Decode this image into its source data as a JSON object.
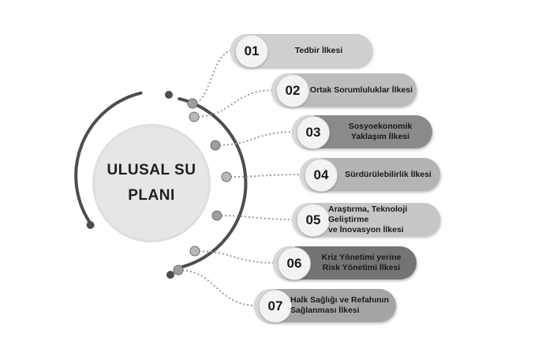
{
  "title": {
    "line1": "ULUSAL SU",
    "line2": "PLANI"
  },
  "colors": {
    "ring": "#4d4d4d",
    "dot": "#a8a8a8",
    "center": "#e6e6e6"
  },
  "items": [
    {
      "number": "01",
      "lines": [
        "Tedbir İlkesi"
      ],
      "pill_color": "#cfcfcf"
    },
    {
      "number": "02",
      "lines": [
        "Ortak Sorumluluklar İlkesi"
      ],
      "pill_color": "#bcbcbc"
    },
    {
      "number": "03",
      "lines": [
        "Sosyoekonomik",
        "Yaklaşım İlkesi"
      ],
      "pill_color": "#8a8a8a"
    },
    {
      "number": "04",
      "lines": [
        "Sürdürülebilirlik İlkesi"
      ],
      "pill_color": "#b4b4b4"
    },
    {
      "number": "05",
      "lines": [
        "Araştırma, Teknoloji Geliştirme",
        "ve İnovasyon İlkesi"
      ],
      "pill_color": "#c6c6c6"
    },
    {
      "number": "06",
      "lines": [
        "Kriz Yönetimi yerine",
        "Risk Yönetimi İlkesi"
      ],
      "pill_color": "#747474"
    },
    {
      "number": "07",
      "lines": [
        "Halk Sağlığı ve Refahının",
        "Sağlanması İlkesi"
      ],
      "pill_color": "#a5a5a5"
    }
  ]
}
